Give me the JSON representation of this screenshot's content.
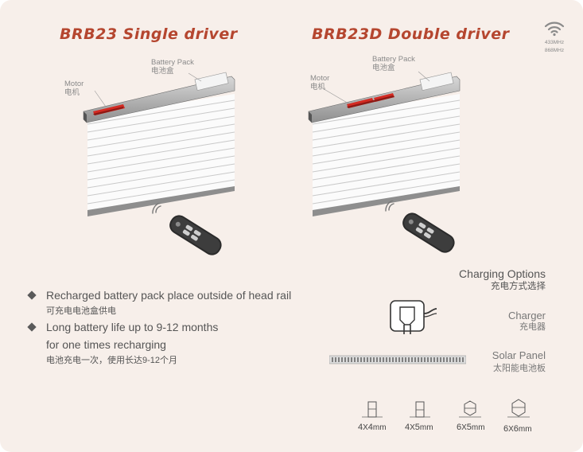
{
  "single": {
    "title": "BRB23 Single driver",
    "motor_en": "Motor",
    "motor_cn": "电机",
    "battery_en": "Battery Pack",
    "battery_cn": "电池盒"
  },
  "double": {
    "title": "BRB23D Double driver",
    "motor_en": "Motor",
    "motor_cn": "电机",
    "battery_en": "Battery Pack",
    "battery_cn": "电池盒"
  },
  "wifi": {
    "icon": "wifi-icon",
    "freq1": "433MHz",
    "freq2": "868MHz"
  },
  "features": [
    {
      "en": "Recharged battery pack place outside of head rail",
      "cn": "可充电电池盒供电"
    },
    {
      "en": "Long battery life up to 9-12 months",
      "en2": "for one times recharging",
      "cn": "电池充电一次，使用长达9-12个月"
    }
  ],
  "charging": {
    "title_en": "Charging Options",
    "title_cn": "充电方式选择",
    "charger_en": "Charger",
    "charger_cn": "充电器",
    "solar_en": "Solar Panel",
    "solar_cn": "太阳能电池板"
  },
  "sizes": [
    {
      "a": "4",
      "b": "4",
      "unit": "mm",
      "shape": "square"
    },
    {
      "a": "4",
      "b": "5",
      "unit": "mm",
      "shape": "square"
    },
    {
      "a": "6",
      "b": "5",
      "unit": "mm",
      "shape": "hex"
    },
    {
      "a": "6",
      "b": "6",
      "unit": "mm",
      "shape": "hex"
    }
  ],
  "colors": {
    "accent": "#b5462f",
    "motor": "#d42a22",
    "background": "#f7efea"
  }
}
